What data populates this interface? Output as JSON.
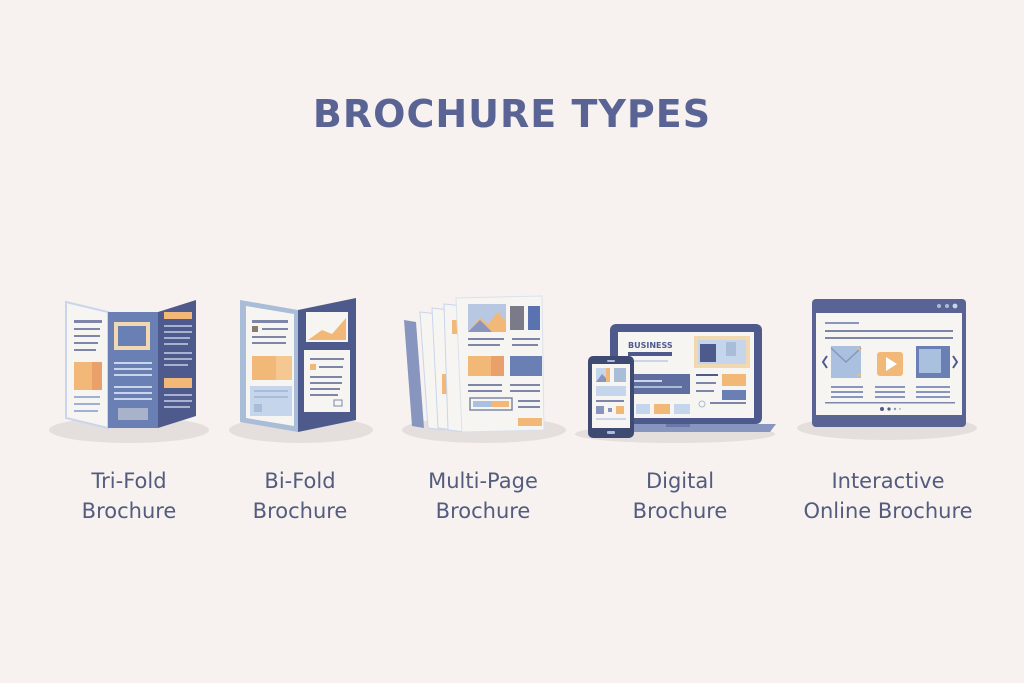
{
  "title": "BROCHURE TYPES",
  "colors": {
    "background": "#f7f2ef",
    "title": "#5a6494",
    "caption": "#535c7e",
    "navy": "#4e5a8c",
    "blue": "#6a80b4",
    "light_blue": "#a9c0de",
    "orange": "#f2b878",
    "dark_orange": "#eaa06a",
    "paper": "#f7f5f2",
    "shadow": "#e4dedd"
  },
  "items": [
    {
      "id": "tri-fold",
      "icon": "tri-fold-brochure-icon",
      "line1": "Tri-Fold",
      "line2": "Brochure"
    },
    {
      "id": "bi-fold",
      "icon": "bi-fold-brochure-icon",
      "line1": "Bi-Fold",
      "line2": "Brochure"
    },
    {
      "id": "multi-page",
      "icon": "multi-page-brochure-icon",
      "line1": "Multi-Page",
      "line2": "Brochure"
    },
    {
      "id": "digital",
      "icon": "digital-brochure-icon",
      "line1": "Digital",
      "line2": "Brochure",
      "screen_heading": "BUSINESS"
    },
    {
      "id": "interactive",
      "icon": "interactive-online-brochure-icon",
      "line1": "Interactive",
      "line2": "Online Brochure"
    }
  ]
}
